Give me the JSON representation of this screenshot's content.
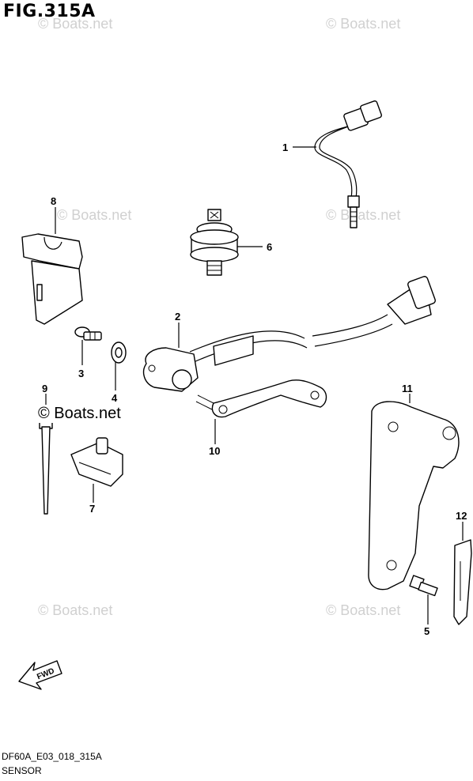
{
  "figure": {
    "title": "FIG.315A"
  },
  "watermark": {
    "text": "© Boats.net"
  },
  "callouts": [
    "1",
    "2",
    "3",
    "4",
    "5",
    "6",
    "7",
    "8",
    "9",
    "10",
    "11",
    "12"
  ],
  "footer": {
    "code": "DF60A_E03_018_315A",
    "section": "SENSOR"
  },
  "fwd_arrow": {
    "label": "FWD"
  }
}
